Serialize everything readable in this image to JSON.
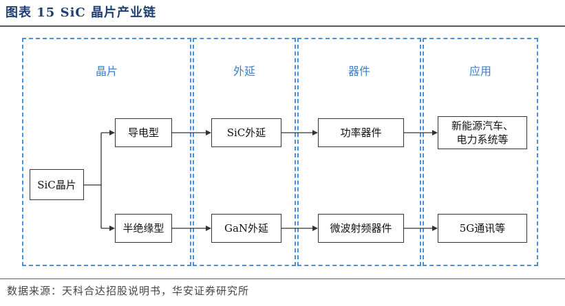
{
  "header": {
    "title": "图表 15  SiC 晶片产业链"
  },
  "groups": [
    {
      "label": "晶片"
    },
    {
      "label": "外延"
    },
    {
      "label": "器件"
    },
    {
      "label": "应用"
    }
  ],
  "nodes": {
    "sic_wafer": "SiC晶片",
    "conductive": "导电型",
    "semi_insulating": "半绝缘型",
    "sic_epi": "SiC外延",
    "gan_epi": "GaN外延",
    "power_device": "功率器件",
    "microwave_rf": "微波射频器件",
    "ev_power_line1": "新能源汽车、",
    "ev_power_line2": "电力系统等",
    "5g_comm": "5G通讯等"
  },
  "footer": {
    "source": "数据来源：天科合达招股说明书，华安证券研究所"
  },
  "colors": {
    "accent_blue": "#3a7ec8",
    "dash_border": "#4a90d9",
    "title_color": "#1f3e73"
  }
}
